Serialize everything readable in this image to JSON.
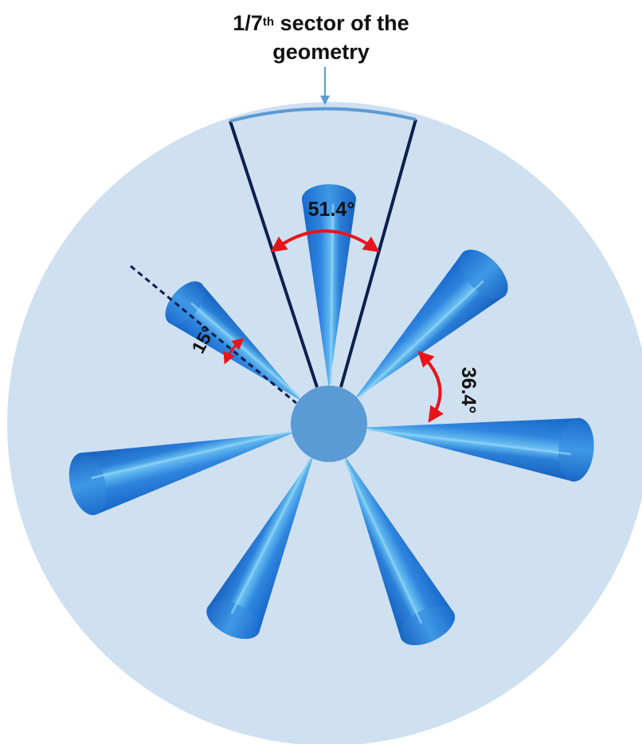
{
  "title": {
    "prefix": "1/7",
    "superscript": "th",
    "line1_rest": " sector of the",
    "line2": "geometry"
  },
  "angles": {
    "sector": "51.4°",
    "between_blades": "36.4°",
    "blade_tilt": "15°"
  },
  "colors": {
    "disc": "#cfe0f1",
    "hub": "#5b9bd5",
    "blade_dark": "#1565c8",
    "blade_light": "#5ab4ee",
    "sector_lines": "#0d1f4e",
    "sector_arc": "#5b9bd5",
    "arrow": "#e8141a"
  },
  "blade_count": 7
}
